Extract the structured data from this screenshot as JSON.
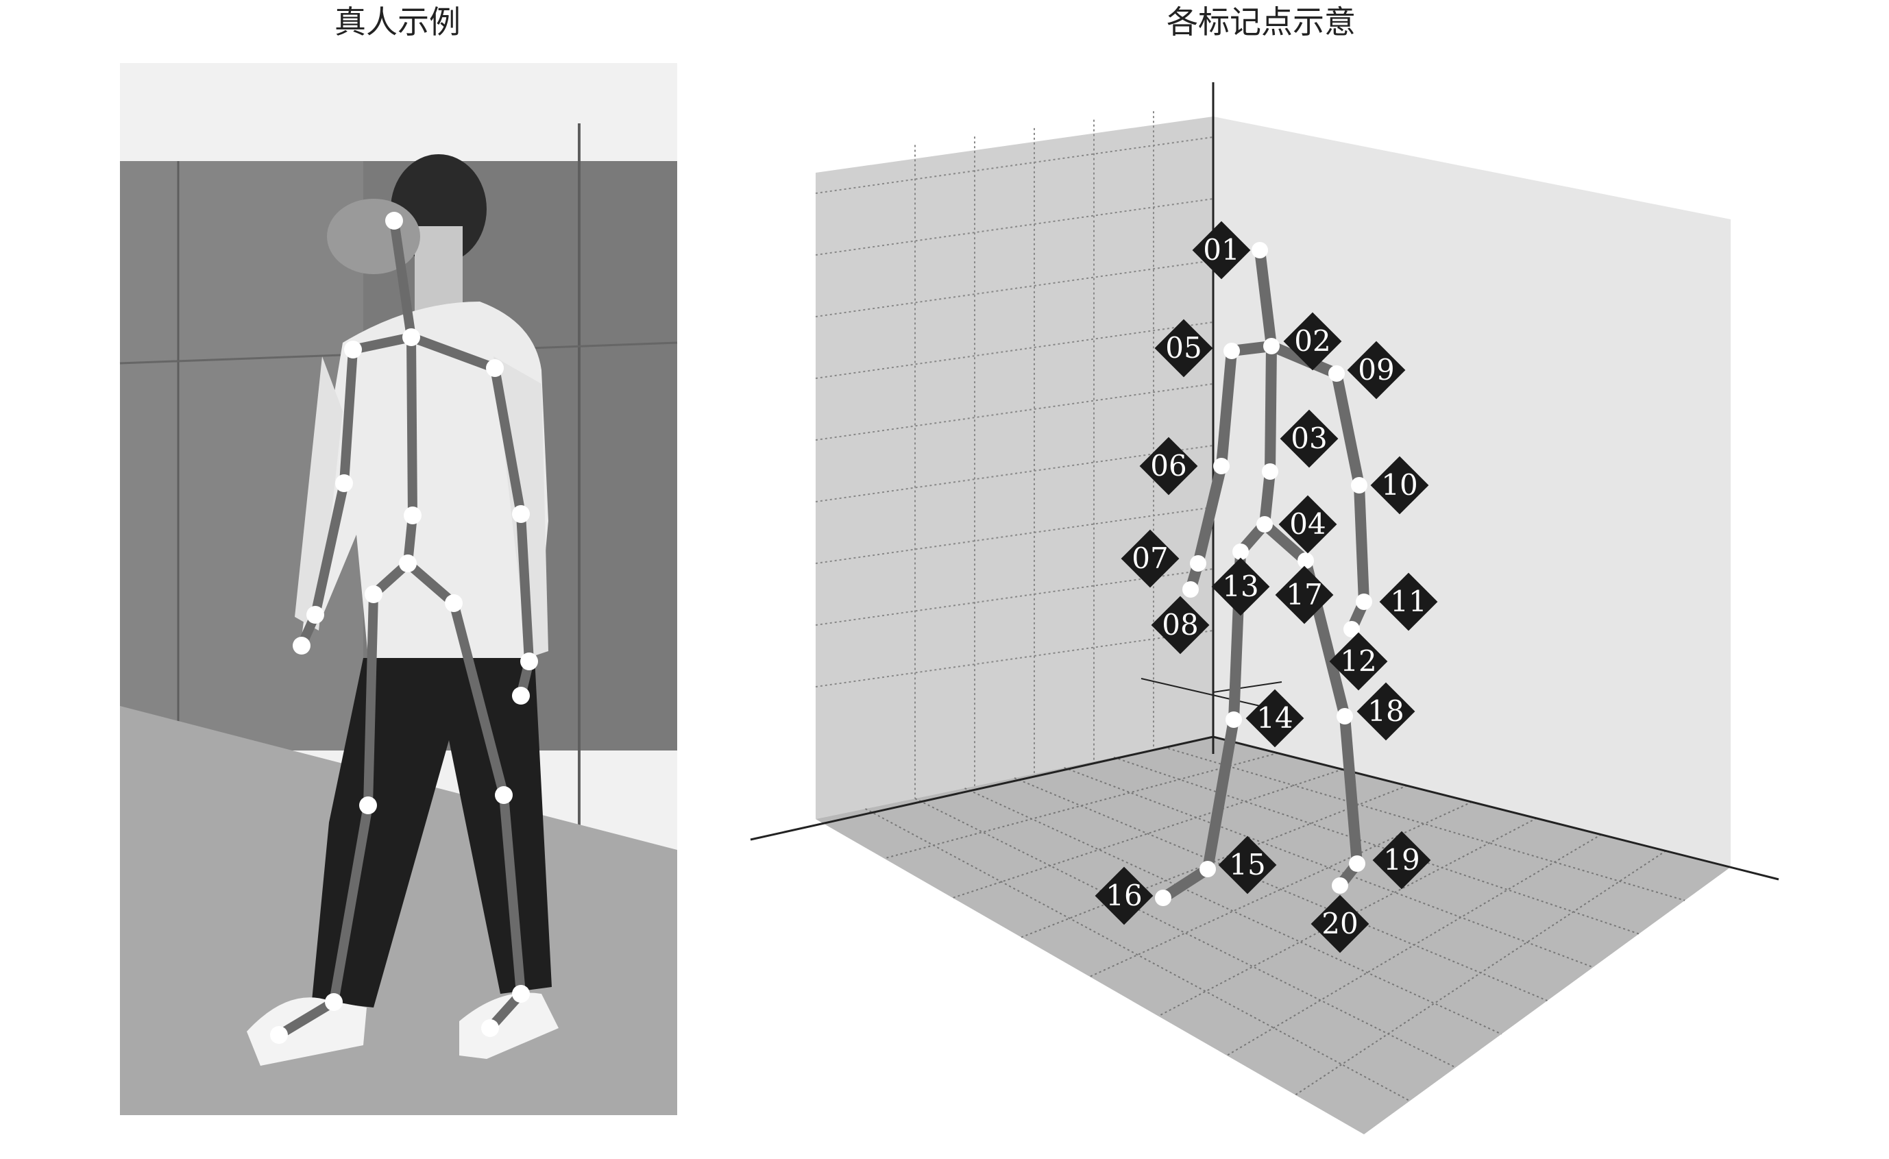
{
  "panels": {
    "left": {
      "title": "真人示例"
    },
    "right": {
      "title": "各标记点示意"
    }
  },
  "markers": [
    "01",
    "02",
    "03",
    "04",
    "05",
    "06",
    "07",
    "08",
    "09",
    "10",
    "11",
    "12",
    "13",
    "14",
    "15",
    "16",
    "17",
    "18",
    "19",
    "20"
  ],
  "colors": {
    "wall": "#d0d0d0",
    "wall_right": "#e6e6e6",
    "floor": "#b8b8b8",
    "bone": "#6b6b6b",
    "joint": "#ffffff",
    "label_bg": "#1a1a1a",
    "label_text": "#ffffff",
    "photo_bg": "#7d7d7d",
    "head_mask": "#9a9a9a"
  }
}
